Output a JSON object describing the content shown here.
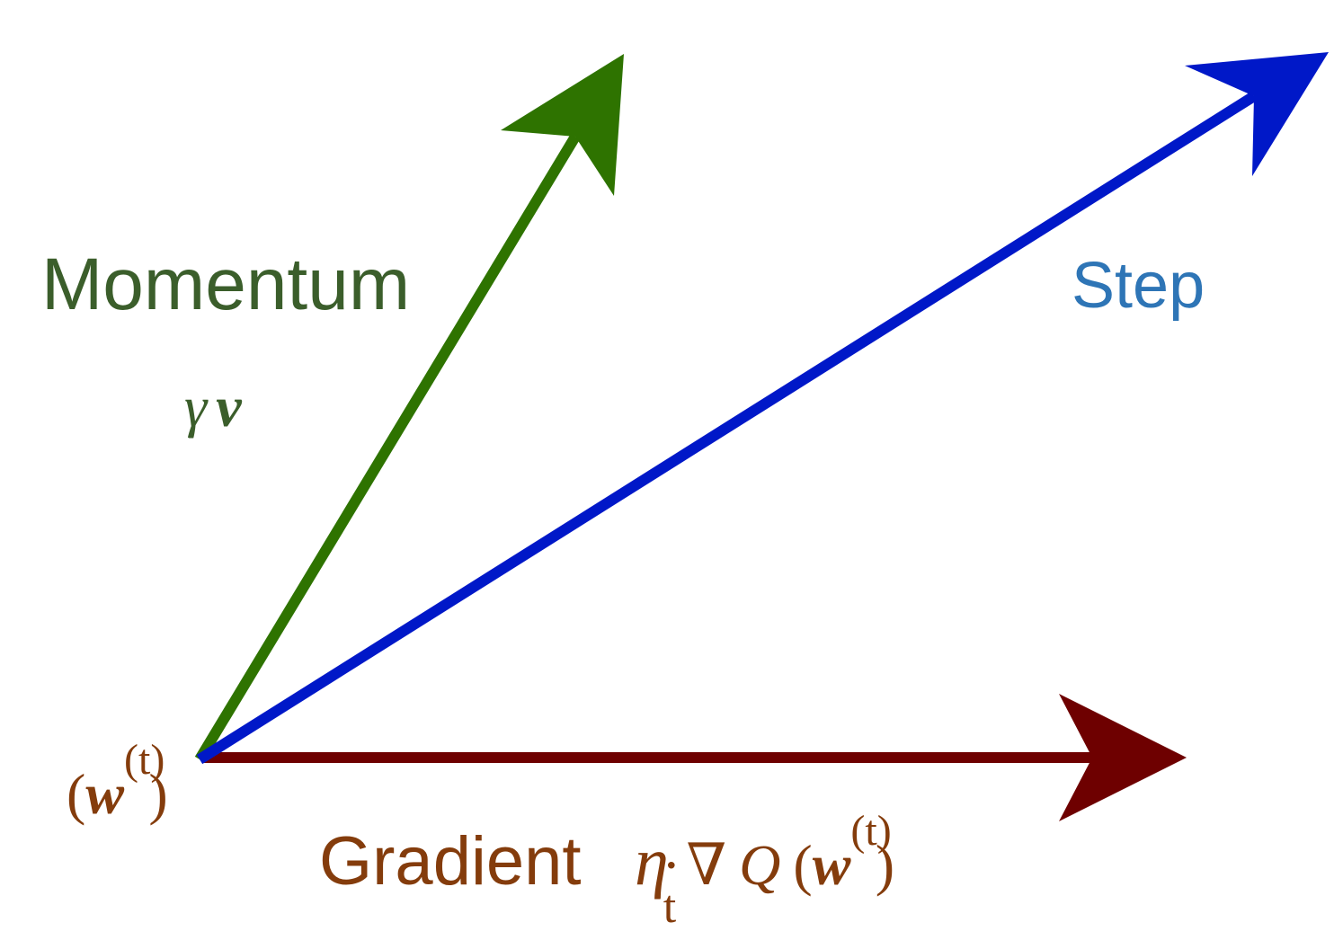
{
  "colors": {
    "momentum_arrow": "#2e7300",
    "momentum_text": "#3b5e2b",
    "step_arrow": "#0018c8",
    "step_text": "#2e75b6",
    "gradient_arrow": "#6e0000",
    "gradient_text": "#843c0c"
  },
  "momentum": {
    "label": "Momentum",
    "gamma": "γ",
    "v": "v"
  },
  "step": {
    "label": "Step"
  },
  "gradient": {
    "label": "Gradient",
    "eta": "η",
    "t_sub": "t",
    "dot": "·",
    "nabla": "∇",
    "Q": "Q",
    "open_paren": "(",
    "w": "w",
    "sup_t": "(t)",
    "close_paren": ")"
  },
  "origin": {
    "open_paren": "(",
    "w": "w",
    "sup_t": "(t)",
    "close_paren": ")"
  }
}
